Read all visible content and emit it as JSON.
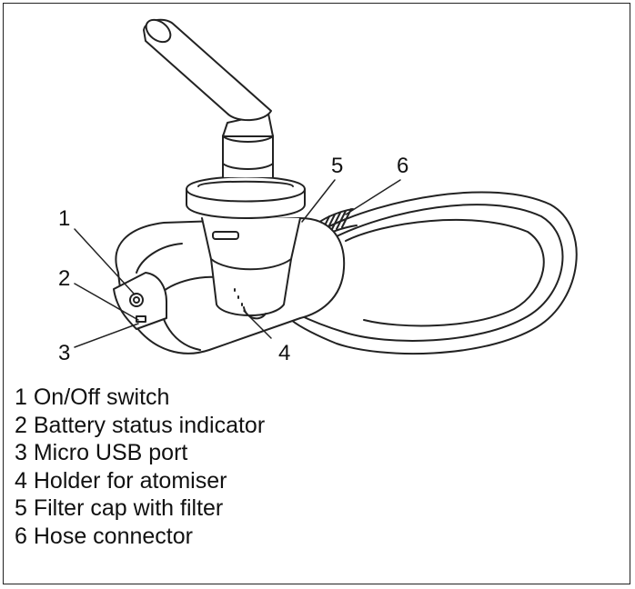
{
  "callouts": [
    "1",
    "2",
    "3",
    "4",
    "5",
    "6"
  ],
  "legend": [
    {
      "num": "1",
      "label": "On/Off switch"
    },
    {
      "num": "2",
      "label": "Battery status indicator"
    },
    {
      "num": "3",
      "label": "Micro USB port"
    },
    {
      "num": "4",
      "label": "Holder for atomiser"
    },
    {
      "num": "5",
      "label": "Filter cap with filter"
    },
    {
      "num": "6",
      "label": "Hose connector"
    }
  ]
}
